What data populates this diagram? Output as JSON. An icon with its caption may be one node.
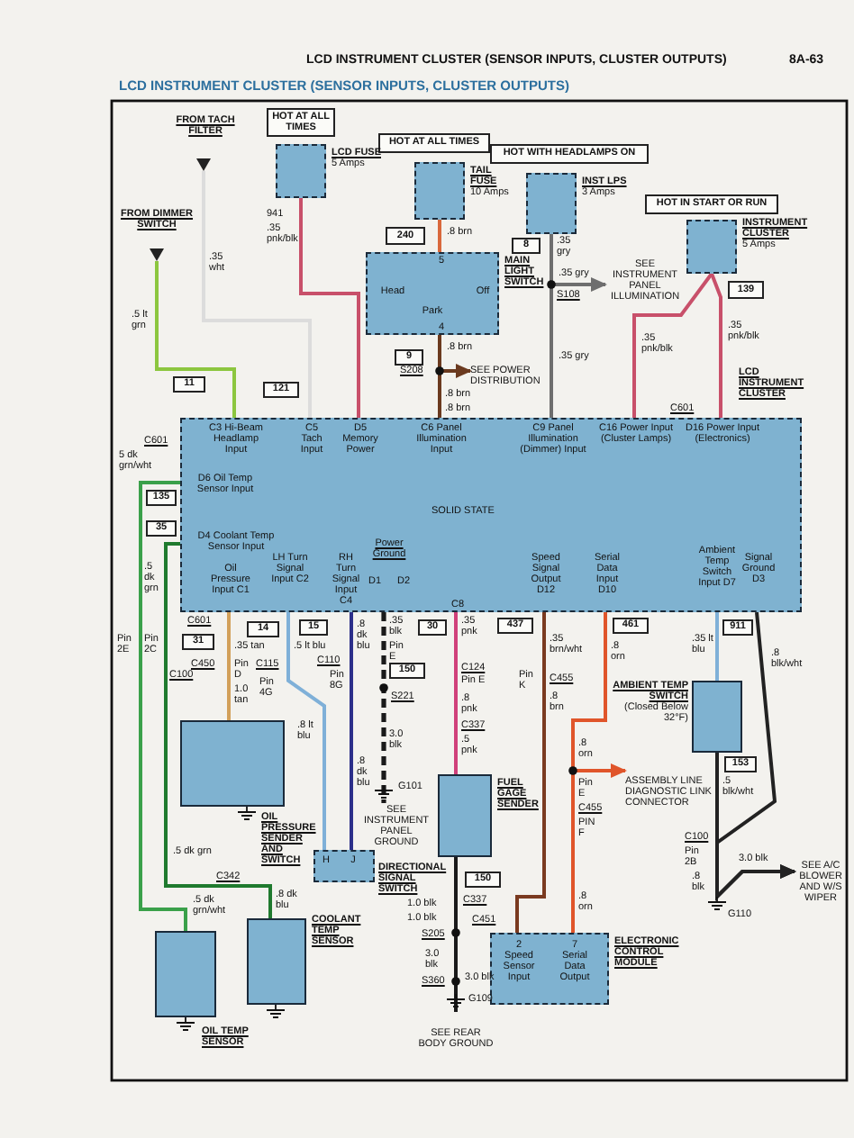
{
  "diagram": {
    "title": "LCD INSTRUMENT CLUSTER (SENSOR INPUTS, CLUSTER OUTPUTS)",
    "nodes": [
      {
        "text": [],
        "shape": "triangle",
        "beside": [
          "FROM TACH FILTER"
        ]
      },
      {
        "text": [
          "HOT AT ALL TIMES"
        ]
      },
      {
        "text": [],
        "shape": "box",
        "beside": [
          "LCD FUSE",
          "5 Amps"
        ]
      },
      {
        "text": [
          "HOT AT ALL TIMES"
        ]
      },
      {
        "text": [],
        "shape": "box",
        "beside": [
          "TAIL FUSE",
          "10 Amps"
        ]
      },
      {
        "text": [
          "HOT WITH HEADLAMPS ON"
        ]
      },
      {
        "text": [],
        "shape": "box",
        "beside": [
          "INST LPS",
          "3 Amps"
        ]
      },
      {
        "text": [
          "HOT IN START OR RUN"
        ]
      },
      {
        "text": [],
        "shape": "box",
        "beside": [
          "INSTRUMENT CLUSTER",
          "5 Amps"
        ]
      },
      {
        "text": [
          "5",
          "Head",
          "Park",
          "Off",
          "4"
        ],
        "beside": [
          "MAIN LIGHT SWITCH"
        ]
      },
      {
        "text": [],
        "shape": "triangle",
        "beside": [
          "FROM DIMMER SWITCH"
        ]
      },
      {
        "text": [
          "SEE INSTRUMENT PANEL ILLUMINATION"
        ]
      },
      {
        "text": [
          "SEE POWER DISTRIBUTION"
        ]
      },
      {
        "text": [
          "C3 Hi-Beam Headlamp Input",
          "C5 Tach Input",
          "D5 Memory Power",
          "C6 Panel Illumination Input",
          "C9 Panel Illumination (Dimmer) Input",
          "C16 Power Input (Cluster Lamps)",
          "D16 Power Input (Electronics)",
          "D6 Oil Temp Sensor Input",
          "SOLID STATE",
          "D4 Coolant Temp Sensor Input",
          "Oil Pressure Input C1",
          "LH Turn Signal Input C2",
          "RH Turn Signal Input C4",
          "Power Ground",
          "D1",
          "D2",
          "C8",
          "Speed Signal Output D12",
          "Serial Data Input D10",
          "Ambient Temp Switch Input D7",
          "Signal Ground D3"
        ],
        "beside": [
          "LCD INSTRUMENT CLUSTER"
        ]
      },
      {
        "text": [],
        "shape": "box",
        "beside": [
          "OIL PRESSURE SENDER AND SWITCH"
        ]
      },
      {
        "text": [
          "H",
          "J"
        ],
        "beside": [
          "DIRECTIONAL SIGNAL SWITCH"
        ]
      },
      {
        "text": [],
        "shape": "box",
        "beside": [
          "FUEL GAGE SENDER"
        ]
      },
      {
        "text": [],
        "shape": "box",
        "beside": [
          "AMBIENT TEMP SWITCH",
          "(Closed Below 32°F)"
        ]
      },
      {
        "text": [],
        "shape": "box",
        "beside": [
          "OIL TEMP SENSOR"
        ]
      },
      {
        "text": [],
        "shape": "box",
        "beside": [
          "COOLANT TEMP SENSOR"
        ]
      },
      {
        "text": [
          "2 Speed Sensor Input",
          "7 Serial Data Output"
        ],
        "beside": [
          "ELECTRONIC CONTROL MODULE"
        ]
      },
      {
        "text": [
          "SEE INSTRUMENT PANEL GROUND"
        ]
      },
      {
        "text": [
          "ASSEMBLY LINE DIAGNOSTIC LINK CONNECTOR"
        ]
      },
      {
        "text": [
          "SEE REAR BODY GROUND"
        ]
      },
      {
        "text": [
          "SEE A/C BLOWER AND W/S WIPER"
        ]
      },
      {
        "text": [
          "240"
        ]
      },
      {
        "text": [
          "8"
        ]
      },
      {
        "text": [
          "9"
        ]
      },
      {
        "text": [
          "139"
        ]
      },
      {
        "text": [
          "11"
        ]
      },
      {
        "text": [
          "121"
        ]
      },
      {
        "text": [
          "135"
        ]
      },
      {
        "text": [
          "35"
        ]
      },
      {
        "text": [
          "31"
        ]
      },
      {
        "text": [
          "14"
        ]
      },
      {
        "text": [
          "15"
        ]
      },
      {
        "text": [
          "150"
        ]
      },
      {
        "text": [
          "30"
        ]
      },
      {
        "text": [
          "437"
        ]
      },
      {
        "text": [
          "461"
        ]
      },
      {
        "text": [
          "911"
        ]
      },
      {
        "text": [
          "153"
        ]
      },
      {
        "text": [
          "150"
        ]
      }
    ],
    "edges": [
      {
        "from": 0,
        "to": 13,
        "arrow": "none",
        "color": "#dcdcdc"
      },
      {
        "from": 2,
        "to": 13,
        "arrow": "none",
        "color": "#c8506a"
      },
      {
        "from": 4,
        "to": 9,
        "arrow": "none",
        "color": "#d9683c"
      },
      {
        "from": 9,
        "to": 13,
        "arrow": "none",
        "color": "#6b3a1f"
      },
      {
        "from": 9,
        "to": 12,
        "arrow": "to",
        "color": "#6b3a1f"
      },
      {
        "from": 6,
        "to": 13,
        "arrow": "none",
        "color": "#6e6e6e"
      },
      {
        "from": 6,
        "to": 11,
        "arrow": "to",
        "color": "#6e6e6e"
      },
      {
        "from": 8,
        "to": 13,
        "arrow": "none",
        "color": "#c8506a"
      },
      {
        "from": 8,
        "to": 13,
        "arrow": "none",
        "color": "#c8506a"
      },
      {
        "from": 10,
        "to": 13,
        "arrow": "none",
        "color": "#8cc63f"
      },
      {
        "from": 13,
        "to": 18,
        "arrow": "none",
        "color": "#3aa04a"
      },
      {
        "from": 13,
        "to": 19,
        "arrow": "none",
        "color": "#1f7a2e"
      },
      {
        "from": 13,
        "to": 14,
        "arrow": "none",
        "color": "#d2a05a"
      },
      {
        "from": 13,
        "to": 15,
        "arrow": "none",
        "color": "#7fb0d8"
      },
      {
        "from": 13,
        "to": 15,
        "arrow": "none",
        "color": "#2c2f8a"
      },
      {
        "from": 13,
        "to": 21,
        "arrow": "none",
        "style": "dashed",
        "color": "#1a1a1a"
      },
      {
        "from": 13,
        "to": 16,
        "arrow": "none",
        "color": "#d0407a"
      },
      {
        "from": 13,
        "to": 20,
        "arrow": "none",
        "color": "#7a3a20"
      },
      {
        "from": 13,
        "to": 20,
        "arrow": "none",
        "color": "#e0552a"
      },
      {
        "from": 13,
        "to": 22,
        "arrow": "to",
        "color": "#e0552a"
      },
      {
        "from": 13,
        "to": 17,
        "arrow": "none",
        "color": "#7fb0d8"
      },
      {
        "from": 13,
        "to": 24,
        "arrow": "to",
        "color": "#222222"
      },
      {
        "from": 17,
        "to": 24,
        "arrow": "to",
        "color": "#222222"
      },
      {
        "from": 16,
        "to": 23,
        "arrow": "none",
        "color": "#1a1a1a"
      }
    ],
    "labels": [
      "LCD INSTRUMENT CLUSTER (SENSOR INPUTS, CLUSTER OUTPUTS)",
      "8A-63",
      "941",
      ".35 pnk/blk",
      ".8 brn",
      ".35 gry",
      ".35 gry",
      "S108",
      ".35 wht",
      ".5 lt grn",
      ".8 brn",
      "S208",
      ".8 brn",
      ".8 brn",
      ".35 gry",
      ".35 pnk/blk",
      ".35 pnk/blk",
      "C601",
      "C601",
      "5 dk grn/wht",
      ".5 dk grn",
      "Pin 2E",
      "Pin 2C",
      "C100",
      "C601",
      ".35 tan",
      "C450",
      "Pin D",
      "1.0 tan",
      "C115",
      "Pin 4G",
      ".5 lt blu",
      ".8 lt blu",
      "C110",
      ".8 dk blu",
      "Pin 8G",
      ".8 dk blu",
      ".35 blk",
      "Pin E",
      "S221",
      "3.0 blk",
      "G101",
      ".35 pnk",
      "C124",
      "Pin E",
      ".8 pnk",
      "C337",
      ".5 pnk",
      ".35 brn/wht",
      "Pin K",
      "C455",
      ".8 brn",
      ".8 orn",
      ".8 orn",
      "Pin E",
      "C455",
      "PIN F",
      ".35 lt blu",
      ".8 blk/wht",
      ".5 blk/wht",
      "C100",
      "Pin 2B",
      ".8 blk",
      "3.0 blk",
      "G110",
      ".5 dk grn",
      "C342",
      ".5 dk grn/wht",
      ".8 dk blu",
      "1.0 blk",
      "C337",
      "1.0 blk",
      "C451",
      "S205",
      "3.0 blk",
      "S360",
      "3.0 blk",
      "G109",
      ".8 orn"
    ]
  }
}
